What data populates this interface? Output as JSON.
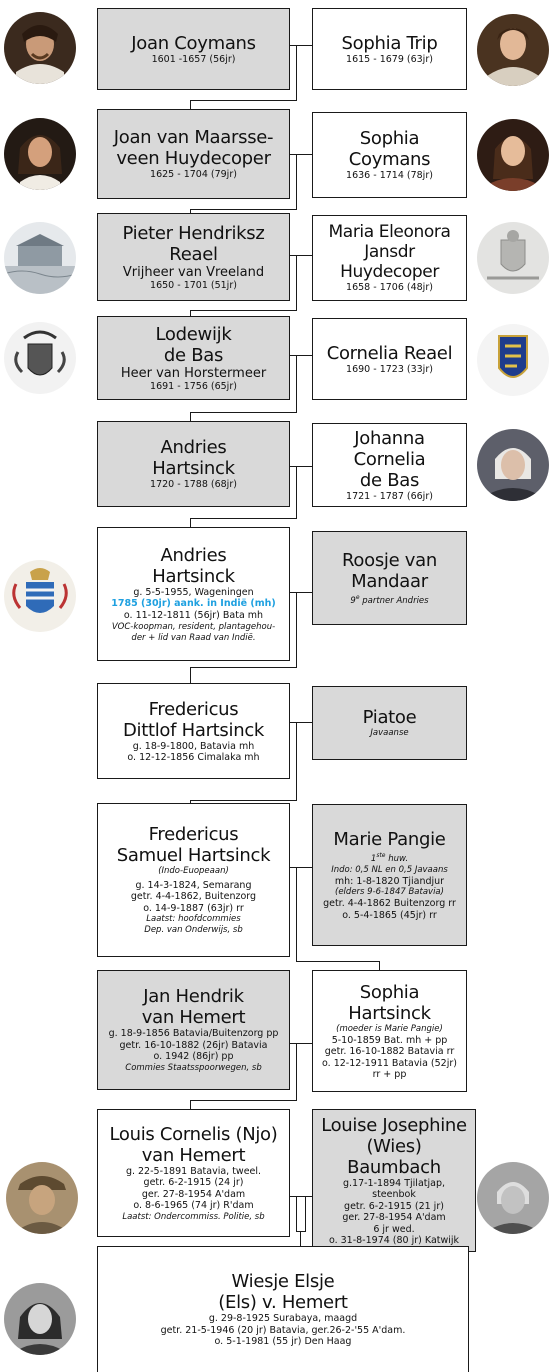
{
  "gen1": {
    "husband": {
      "name": "Joan Coymans",
      "dates": "1601 -1657 (56jr)"
    },
    "wife": {
      "name": "Sophia Trip",
      "dates": "1615 - 1679 (63jr)"
    }
  },
  "gen2": {
    "husband": {
      "name_l1": "Joan van Maarsse-",
      "name_l2": "veen Huydecoper",
      "dates": "1625 - 1704 (79jr)"
    },
    "wife": {
      "name": "Sophia Coymans",
      "dates": "1636 - 1714 (78jr)"
    }
  },
  "gen3": {
    "husband": {
      "name_l1": "Pieter Hendriksz",
      "name_l2": "Reael",
      "title": "Vrijheer van Vreeland",
      "dates": "1650 - 1701 (51jr)"
    },
    "wife": {
      "name_l1": "Maria Eleonora",
      "name_l2": "Jansdr Huydecoper",
      "dates": "1658 - 1706 (48jr)"
    }
  },
  "gen4": {
    "husband": {
      "name_l1": "Lodewijk",
      "name_l2": "de Bas",
      "title": "Heer van Horstermeer",
      "dates": "1691 - 1756 (65jr)"
    },
    "wife": {
      "name": "Cornelia Reael",
      "dates": "1690 - 1723 (33jr)"
    }
  },
  "gen5": {
    "husband": {
      "name_l1": "Andries",
      "name_l2": "Hartsinck",
      "dates": "1720 - 1788 (68jr)"
    },
    "wife": {
      "name_l1": "Johanna Cornelia",
      "name_l2": "de Bas",
      "dates": "1721 - 1787 (66jr)"
    }
  },
  "gen6": {
    "husband": {
      "name_l1": "Andries",
      "name_l2": "Hartsinck",
      "born": "g. 5-5-1955, Wageningen",
      "highlight": "1785 (30jr) aank. in Indië (mh)",
      "died": "o. 11-12-1811 (56jr) Bata mh",
      "note_l1": "VOC-koopman, resident, plantagehou-",
      "note_l2": "der + lid van Raad van Indië."
    },
    "wife": {
      "name_l1": "Roosje van",
      "name_l2": "Mandaar",
      "note_pre": "9",
      "note_sup": "e",
      "note_post": " partner Andries"
    }
  },
  "gen7": {
    "husband": {
      "name_l1": "Fredericus",
      "name_l2": "Dittlof Hartsinck",
      "born": "g. 18-9-1800, Batavia mh",
      "died": "o. 12-12-1856 Cimalaka mh"
    },
    "wife": {
      "name": "Piatoe",
      "note": "Javaanse"
    }
  },
  "gen8": {
    "husband": {
      "name_l1": "Fredericus",
      "name_l2": "Samuel Hartsinck",
      "origin": "(Indo-Euopeaan)",
      "born": "g. 14-3-1824, Semarang",
      "married": "getr. 4-4-1862, Buitenzorg",
      "died": "o. 14-9-1887 (63jr) rr",
      "note_l1": "Laatst: hoofdcommies",
      "note_l2": "Dep. van Onderwijs, sb"
    },
    "wife": {
      "name": "Marie Pangie",
      "huw_pre": "1",
      "huw_sup": "ste",
      "huw_post": " huw.",
      "indo": "Indo: 0,5 NL en 0,5 Javaans",
      "mh": "mh: 1-8-1820 Tjiandjur",
      "elders": "(elders 9-6-1847 Batavia)",
      "married": "getr. 4-4-1862 Buitenzorg rr",
      "died": "o. 5-4-1865 (45jr) rr"
    }
  },
  "gen9": {
    "husband": {
      "name_l1": "Jan Hendrik",
      "name_l2": "van Hemert",
      "born": "g. 18-9-1856 Batavia/Buitenzorg pp",
      "married": "getr. 16-10-1882 (26jr) Batavia",
      "died": "o. 1942 (86jr) pp",
      "note": "Commies Staatsspoorwegen, sb"
    },
    "wife": {
      "name_l1": "Sophia",
      "name_l2": "Hartsinck",
      "mother": "(moeder is Marie Pangie)",
      "born": "5-10-1859 Bat. mh + pp",
      "married": "getr. 16-10-1882 Batavia rr",
      "died": "o. 12-12-1911 Batavia (52jr)",
      "extra": "rr + pp"
    }
  },
  "gen10": {
    "husband": {
      "name_l1": "Louis Cornelis (Njo)",
      "name_l2": "van Hemert",
      "born": "g. 22-5-1891 Batavia, tweel.",
      "married": "getr. 6-2-1915 (24 jr)",
      "divorced": "ger. 27-8-1954 A'dam",
      "died": "o. 8-6-1965 (74 jr) R'dam",
      "note": "Laatst: Ondercommiss. Politie, sb"
    },
    "wife": {
      "name_l1": "Louise Josephine",
      "name_l2": "(Wies) Baumbach",
      "born": "g.17-1-1894 Tjilatjap,",
      "sign": "steenbok",
      "married": "getr. 6-2-1915 (21 jr)",
      "divorced": "ger. 27-8-1954 A'dam",
      "widow": "6 jr wed.",
      "died": "o. 31-8-1974 (80 jr) Katwijk"
    }
  },
  "gen11": {
    "child": {
      "name_l1": "Wiesje Elsje",
      "name_l2": "(Els) v. Hemert",
      "born": "g. 29-8-1925 Surabaya, maagd",
      "married": "getr. 21-5-1946 (20 jr) Batavia, ger.26-2-'55 A'dam.",
      "died": "o. 5-1-1981 (55 jr) Den Haag"
    }
  },
  "colors": {
    "grey_box": "#d9d9d9",
    "white_box": "#ffffff",
    "highlight": "#1ea0e0",
    "line": "#1a1a1a"
  }
}
